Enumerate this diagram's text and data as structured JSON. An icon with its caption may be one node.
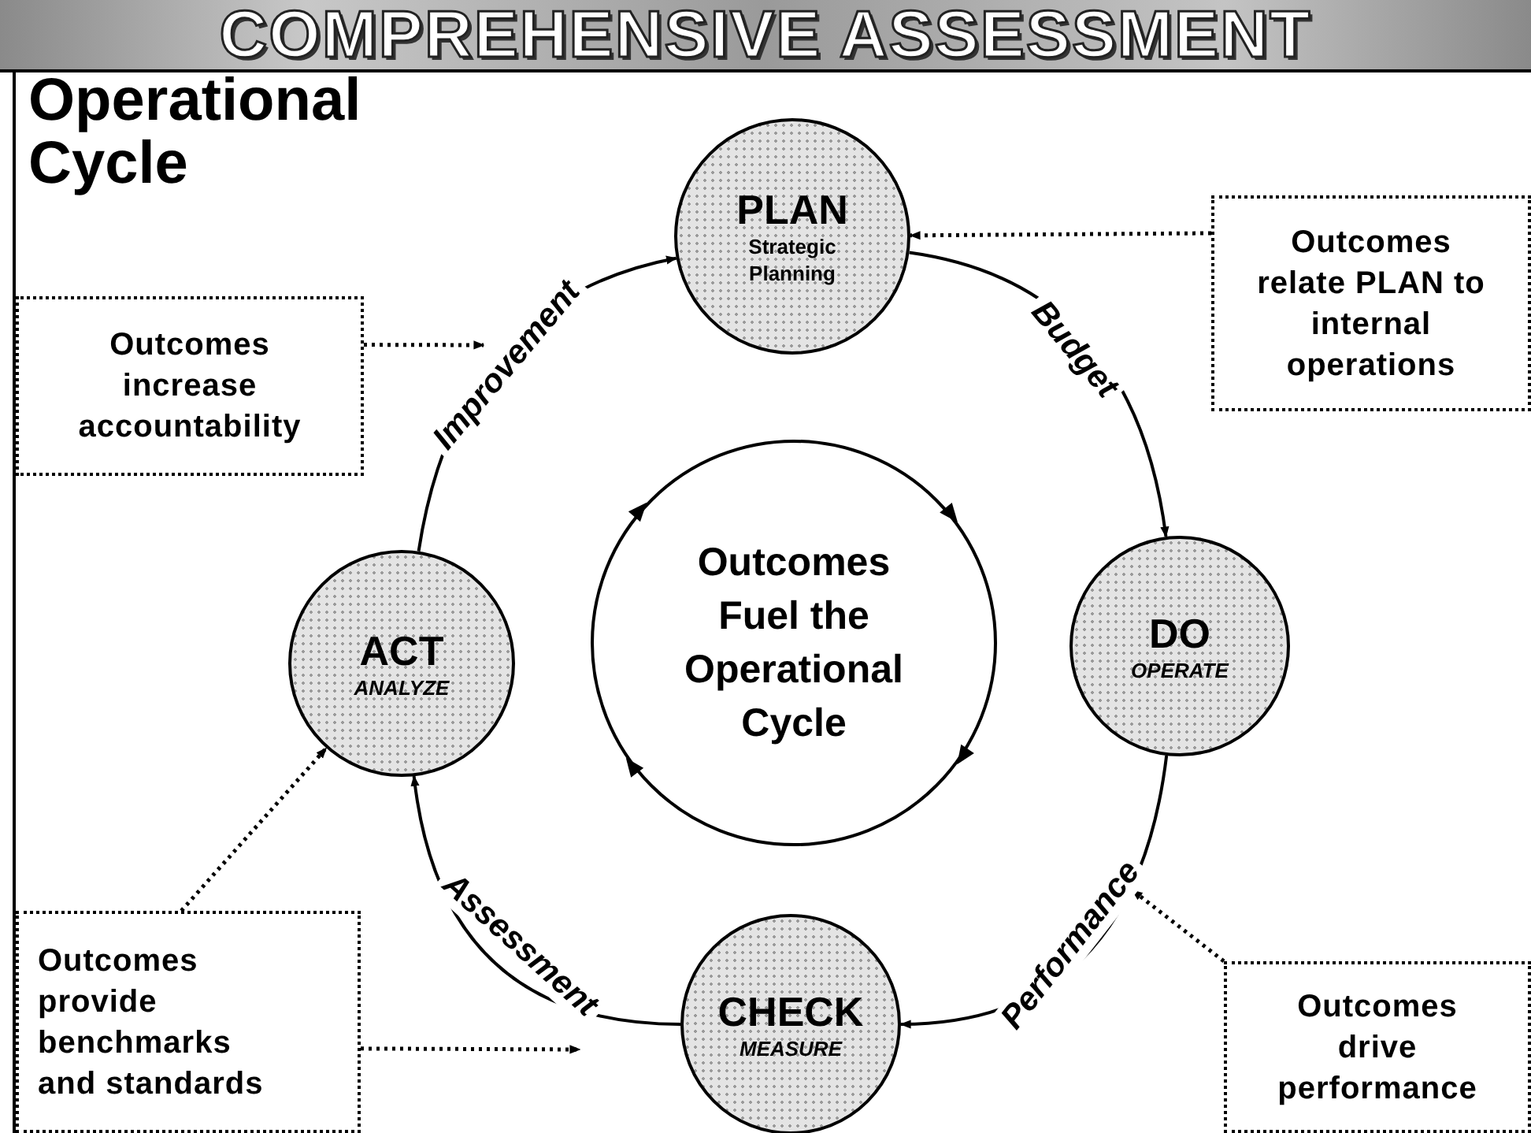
{
  "diagram": {
    "title": "COMPREHENSIVE ASSESSMENT",
    "nodes": [
      {
        "text": [
          "PLAN",
          "Strategic Planning"
        ]
      },
      {
        "text": [
          "DO",
          "OPERATE"
        ]
      },
      {
        "text": [
          "CHECK",
          "MEASURE"
        ]
      },
      {
        "text": [
          "ACT",
          "ANALYZE"
        ]
      },
      {
        "text": [
          "Outcomes Fuel the Operational Cycle"
        ]
      },
      {
        "text": [
          "Outcomes increase accountability"
        ]
      },
      {
        "text": [
          "Outcomes relate PLAN to internal operations"
        ]
      },
      {
        "text": [
          "Outcomes provide benchmarks and standards"
        ]
      },
      {
        "text": [
          "Outcomes drive performance"
        ]
      }
    ],
    "edges": [
      {
        "from": 3,
        "to": 0,
        "arrow": "to",
        "label": "Improvement"
      },
      {
        "from": 0,
        "to": 1,
        "arrow": "to",
        "label": "Budget"
      },
      {
        "from": 1,
        "to": 2,
        "arrow": "to",
        "label": "Performance"
      },
      {
        "from": 2,
        "to": 3,
        "arrow": "to",
        "label": "Assessment"
      },
      {
        "from": 5,
        "to": null,
        "arrow": "to",
        "style": "dashed"
      },
      {
        "from": 6,
        "to": 0,
        "arrow": "to",
        "style": "dashed"
      },
      {
        "from": 7,
        "to": 3,
        "arrow": "to",
        "style": "dashed"
      },
      {
        "from": 7,
        "to": null,
        "arrow": "to",
        "style": "dashed"
      },
      {
        "from": 8,
        "to": null,
        "arrow": "to",
        "style": "dashed"
      }
    ],
    "labels": [
      "Operational Cycle"
    ]
  }
}
